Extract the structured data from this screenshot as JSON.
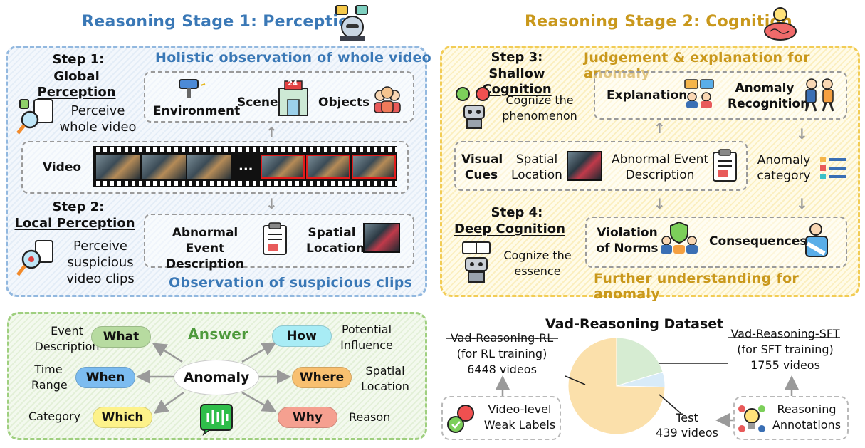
{
  "stage1": {
    "title": "Reasoning Stage 1: Perception",
    "step1_title": "Step 1:",
    "step1_name": "Global Perception",
    "step1_desc": "Perceive whole video",
    "holistic": "Holistic observation of whole video",
    "environment": "Environment",
    "scene": "Scene",
    "objects": "Objects",
    "video": "Video",
    "ellipsis": "...",
    "step2_title": "Step 2:",
    "step2_name": "Local Perception",
    "step2_desc": "Perceive suspicious video clips",
    "abnormal_event": "Abnormal Event Description",
    "spatial": "Spatial Location",
    "suspicious": "Observation of suspicious clips",
    "store_sign": "24"
  },
  "stage2": {
    "title": "Reasoning Stage 2: Cognition",
    "step3_title": "Step 3:",
    "step3_name": "Shallow Cognition",
    "step3_desc": "Cognize the phenomenon",
    "judgement": "Judgement & explanation for anomaly",
    "explanation": "Explanation",
    "anomaly_recognition": "Anomaly Recognition",
    "visual_cues": "Visual Cues",
    "spatial": "Spatial Location",
    "abnormal_event": "Abnormal Event Description",
    "anomaly_category": "Anomaly category",
    "step4_title": "Step 4:",
    "step4_name": "Deep Cognition",
    "step4_desc": "Cognize the essence",
    "violation": "Violation of Norms",
    "consequences": "Consequences",
    "further": "Further understanding for anomaly"
  },
  "answer": {
    "title": "Answer",
    "center": "Anomaly",
    "what": "What",
    "what_desc": "Event Description",
    "when": "When",
    "when_desc": "Time Range",
    "which": "Which",
    "which_desc": "Category",
    "how": "How",
    "how_desc": "Potential Influence",
    "where": "Where",
    "where_desc": "Spatial Location",
    "why": "Why",
    "why_desc": "Reason",
    "colors": {
      "what": "#b7dba0",
      "when": "#7cbcf0",
      "which": "#fdf28a",
      "how": "#a8ecf5",
      "where": "#f8c070",
      "why": "#f5a090"
    }
  },
  "dataset": {
    "title": "Vad-Reasoning Dataset",
    "rl_name": "Vad-Reasoning-RL",
    "rl_sub": "(for RL training)",
    "rl_count": "6448 videos",
    "sft_name": "Vad-Reasoning-SFT",
    "sft_sub": "(for SFT training)",
    "sft_count": "1755 videos",
    "test_name": "Test",
    "test_count": "439 videos",
    "weak_labels": "Video-level Weak Labels",
    "reasoning_ann": "Reasoning Annotations"
  },
  "chart_data": {
    "type": "pie",
    "title": "Vad-Reasoning Dataset",
    "slices": [
      {
        "name": "Vad-Reasoning-RL",
        "value": 6448,
        "color": "#fbe0ab"
      },
      {
        "name": "Vad-Reasoning-SFT",
        "value": 1755,
        "color": "#d6ecd2"
      },
      {
        "name": "Test",
        "value": 439,
        "color": "#d8ebf8"
      }
    ]
  }
}
